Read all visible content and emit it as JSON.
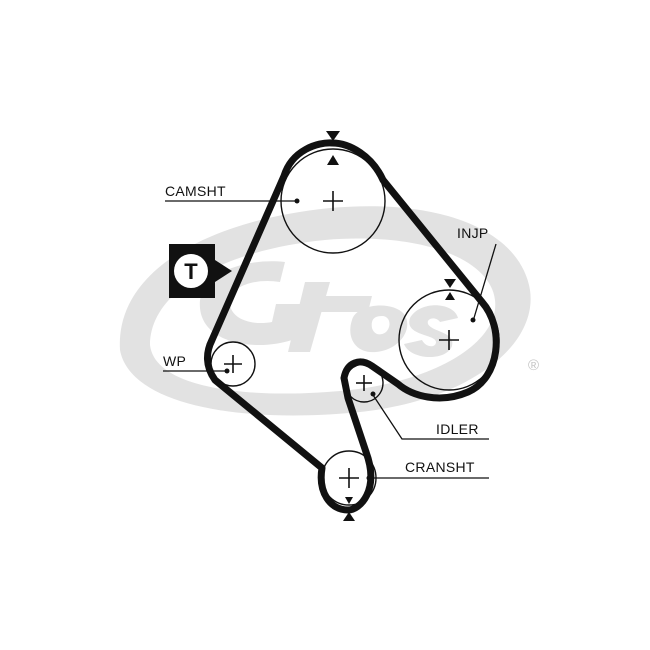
{
  "colors": {
    "ink": "#111111",
    "logo_gray": "#dcdcdc",
    "background": "#ffffff"
  },
  "logo": {
    "wordmark": "Gates",
    "registered": "®"
  },
  "tensioner_badge": {
    "letter": "T",
    "icon": "tensioner-icon"
  },
  "labels": {
    "camsht": "CAMSHT",
    "injp": "INJP",
    "wp": "WP",
    "idler": "IDLER",
    "cransht": "CRANSHT"
  },
  "icons": {
    "pulley_center": "cross-icon",
    "timing_mark": "triangle-marker-icon"
  }
}
